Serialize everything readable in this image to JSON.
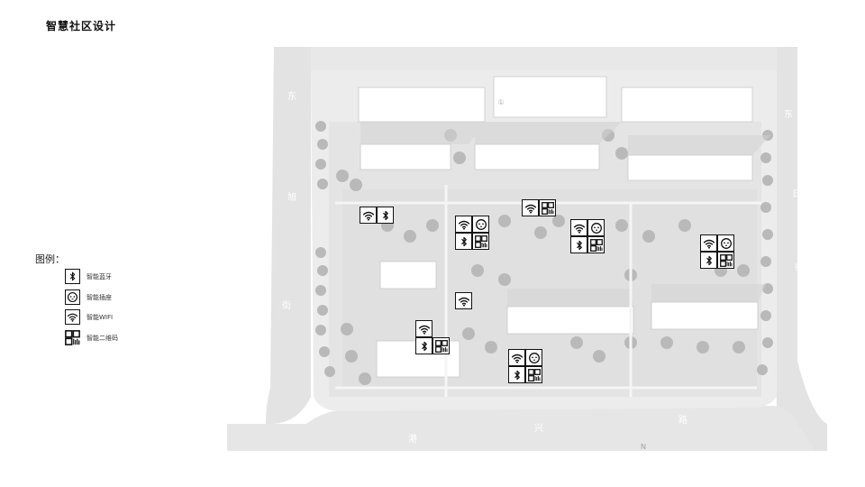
{
  "title": "智慧社区设计",
  "legend": {
    "heading": "图例：",
    "items": [
      {
        "icon": "bluetooth-icon",
        "label": "智能蓝牙"
      },
      {
        "icon": "socket-icon",
        "label": "智能插座"
      },
      {
        "icon": "wifi-icon",
        "label": "智能WIFI"
      },
      {
        "icon": "qrcode-icon",
        "label": "智能二维码"
      }
    ]
  },
  "map": {
    "roads": {
      "west_1": "东",
      "west_2": "旭",
      "west_3": "街",
      "east_1": "东",
      "east_2": "日",
      "east_3": "街",
      "south_1": "港",
      "south_2": "兴",
      "south_3": "路"
    },
    "north_mark": "N",
    "gate_mark": "①"
  },
  "colors": {
    "icon_stroke": "#111111",
    "road": "#e2e2e2",
    "site": "#eeeeee",
    "building": "#ffffff",
    "tree": "#b7b7b7"
  }
}
